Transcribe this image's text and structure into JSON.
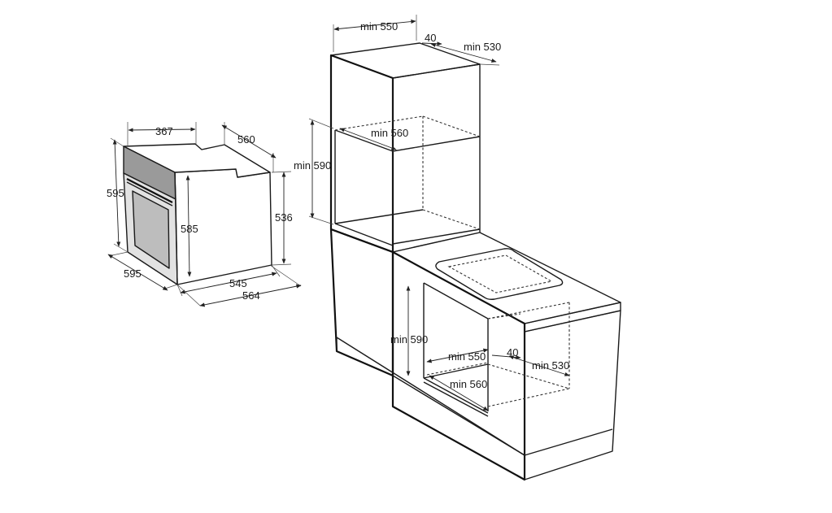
{
  "colors": {
    "line": "#1a1a1a",
    "background": "#ffffff",
    "panel_grey": "#e2e2e2",
    "glass_grey": "#bdbdbd",
    "front_dark": "#9a9a9a"
  },
  "oven_dimensions": {
    "top_width": "367",
    "depth_top": "560",
    "height_front": "595",
    "body_height": "585",
    "side_height": "536",
    "width_front": "595",
    "depth_body": "545",
    "depth_total": "564"
  },
  "tall_cabinet_dimensions": {
    "width": "min 550",
    "back_gap": "40",
    "depth": "min 530",
    "inner_depth": "min 560",
    "opening_height": "min 590"
  },
  "base_cabinet_dimensions": {
    "opening_height": "min 590",
    "width": "min 550",
    "back_gap": "40",
    "depth": "min 530",
    "inner_depth": "min 560"
  }
}
